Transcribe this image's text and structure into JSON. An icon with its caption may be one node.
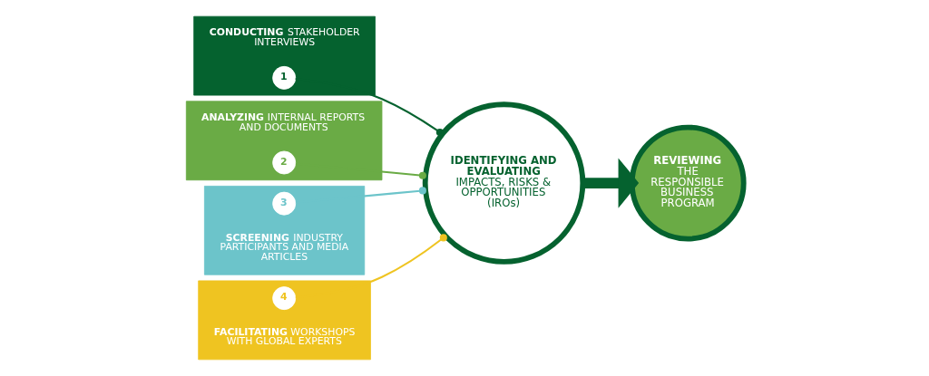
{
  "diagram": {
    "nodes": [
      {
        "text": [
          "**CONDUCTING** STAKEHOLDER INTERVIEWS"
        ]
      },
      {
        "text": [
          "1"
        ],
        "in": 0
      },
      {
        "text": [
          "**ANALYZING** INTERNAL REPORTS AND DOCUMENTS"
        ]
      },
      {
        "text": [
          "2"
        ],
        "in": 2
      },
      {
        "text": [
          "**SCREENING** INDUSTRY PARTICIPANTS AND MEDIA ARTICLES"
        ]
      },
      {
        "text": [
          "3"
        ],
        "in": 4
      },
      {
        "text": [
          "**FACILITATING** WORKSHOPS WITH GLOBAL EXPERTS"
        ]
      },
      {
        "text": [
          "4"
        ],
        "in": 6
      },
      {
        "text": [
          "IDENTIFYING AND EVALUATING",
          "IMPACTS, RISKS & OPPORTUNITIES (IROs)"
        ]
      },
      {
        "text": [
          "REVIEWING",
          "THE RESPONSIBLE BUSINESS PROGRAM"
        ]
      }
    ],
    "edges": [
      {
        "from": 1,
        "to": 8,
        "arrow": "other",
        "color": "#05622f"
      },
      {
        "from": 3,
        "to": 8,
        "arrow": "other",
        "color": "#6aab45"
      },
      {
        "from": 5,
        "to": 8,
        "arrow": "other",
        "color": "#6cc4ca"
      },
      {
        "from": 7,
        "to": 8,
        "arrow": "other",
        "color": "#efc421"
      },
      {
        "from": 8,
        "to": 9,
        "arrow": "to",
        "style": "thick",
        "color": "#05622f"
      }
    ]
  }
}
